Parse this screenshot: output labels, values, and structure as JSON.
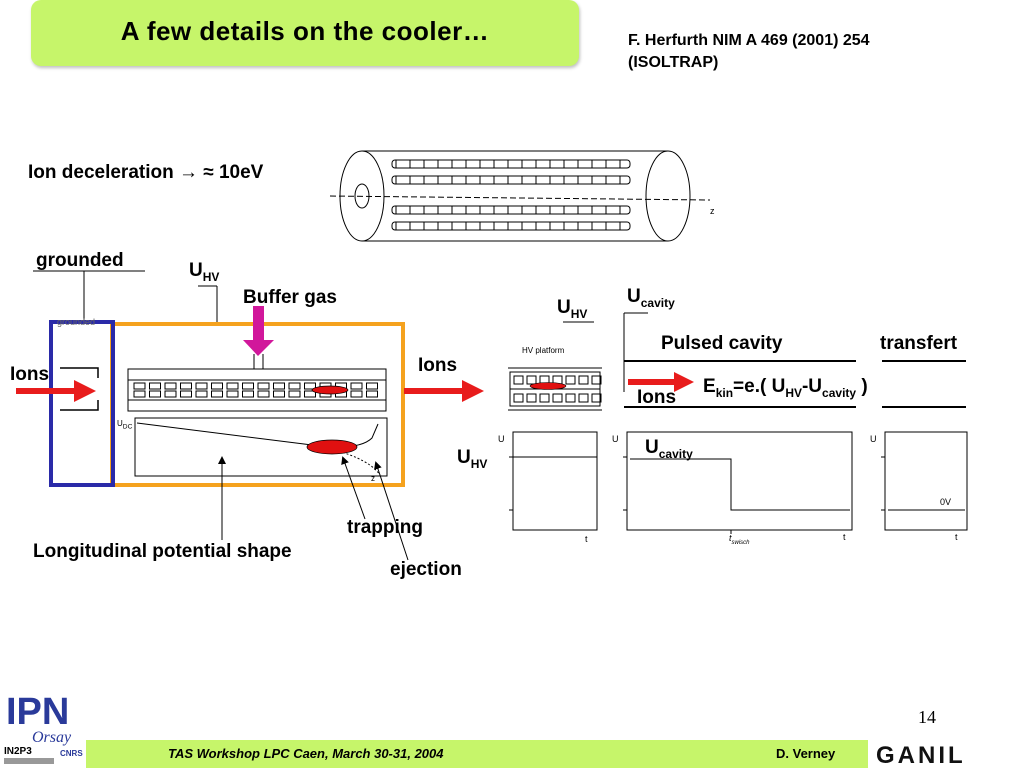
{
  "slide": {
    "title": "A few details on the cooler…",
    "reference_line1": "F. Herfurth NIM A 469 (2001) 254",
    "reference_line2": "(ISOLTRAP)",
    "page_number": "14"
  },
  "labels": {
    "ion_deceleration": "Ion deceleration → ≈ 10eV",
    "grounded": "grounded",
    "grounded_small": "grounded",
    "u": "U",
    "hv": "HV",
    "buffer_gas": "Buffer gas",
    "ions_left": "Ions",
    "ions_mid": "Ions",
    "ions_right": "Ions",
    "cavity": "cavity",
    "pulsed_cavity": "Pulsed cavity",
    "transfert": "transfert",
    "ekin_e": "E",
    "ekin_sub": "kin",
    "ekin_mid": "=e.( U",
    "ekin_minus": "-U",
    "ekin_close": " )",
    "hv_platform": "HV platform",
    "udc": "U",
    "udc_sub": "DC",
    "trapping": "trapping",
    "ejection": "ejection",
    "longitudinal": "Longitudinal potential shape",
    "plot_u": "U",
    "plot_t": "t",
    "t_switch": "t",
    "t_switch_sub": "swisch",
    "zero_v": "0V",
    "z": "z"
  },
  "footer": {
    "left": "TAS Workshop LPC Caen, March 30-31, 2004",
    "right": "D. Verney"
  },
  "logos": {
    "ipn_text": "IPN",
    "orsay_text": "Orsay",
    "in2p3_text": "IN2P3",
    "cnrs_text": "CNRS",
    "ganil_text": "GANIL"
  },
  "colors": {
    "title_bg": "#c6f56a",
    "footer_bg": "#c6f56a",
    "frame_orange": "#f5a21e",
    "frame_blue": "#2a2aa8",
    "arrow_red": "#e81c1c",
    "gas_magenta": "#d1179b",
    "ion_cloud": "#e01010"
  }
}
